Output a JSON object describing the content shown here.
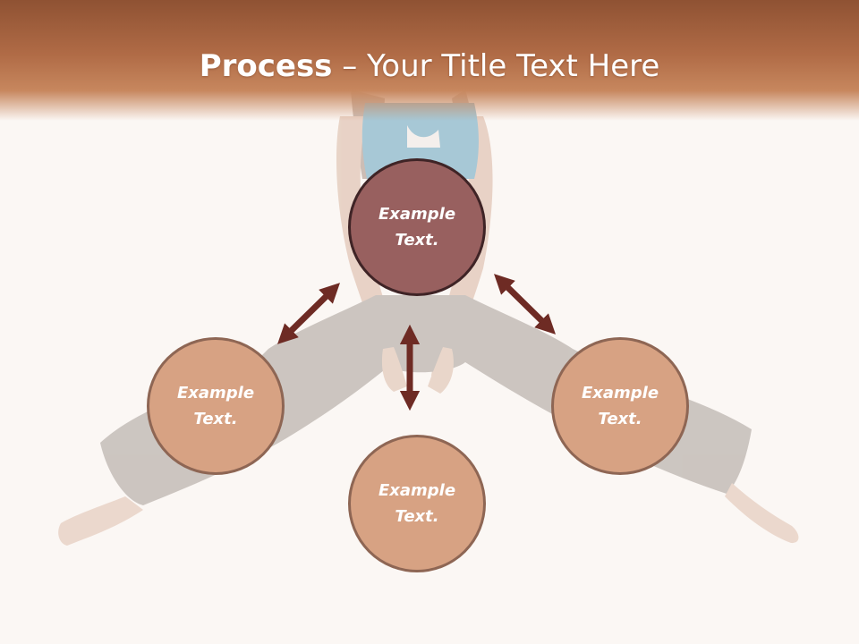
{
  "header": {
    "title_bold": "Process",
    "title_rest": " – Your Title Text Here"
  },
  "diagram": {
    "nodes": {
      "top": "Example Text.",
      "left": "Example Text.",
      "right": "Example Text.",
      "bottom": "Example Text."
    }
  },
  "colors": {
    "header": "#a35f3c",
    "top_node": "#98605f",
    "outer_nodes": "#d7a283",
    "arrows": "#6e2b24"
  }
}
